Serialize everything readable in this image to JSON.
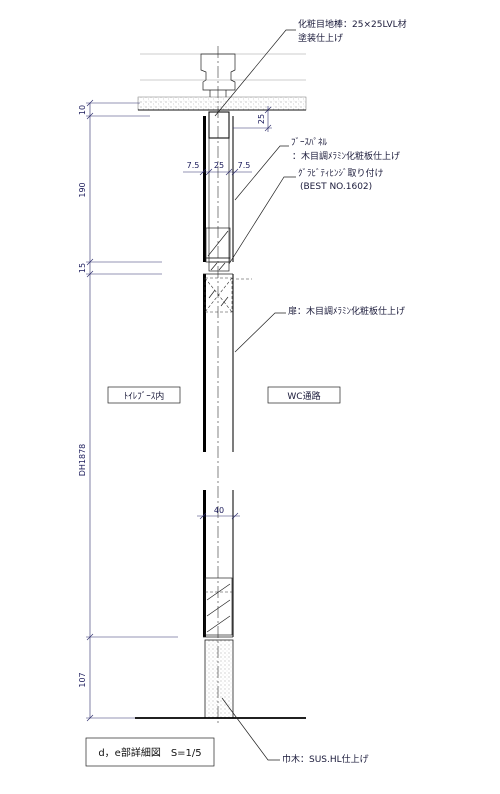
{
  "title": "d，e部詳細図　S=1/5",
  "labels": {
    "joint_bar": "化粧目地棒：25×25LVL材",
    "joint_bar_finish": "塗装仕上げ",
    "booth_panel": "ﾌﾞｰｽﾊﾟﾈﾙ",
    "booth_panel_finish": "：木目調ﾒﾗﾐﾝ化粧板仕上げ",
    "hinge": "ｸﾞﾗﾋﾞﾃｨﾋﾝｼﾞ取り付け",
    "hinge_model": "(BEST NO.1602)",
    "door": "扉：木目調ﾒﾗﾐﾝ化粧板仕上げ",
    "baseboard": "巾木：SUS.HL仕上げ"
  },
  "areas": {
    "inside": "ﾄｲﾚﾌﾞｰｽ内",
    "corridor": "WC通路"
  },
  "dimensions": {
    "ceiling_gap": "10",
    "panel_height": "190",
    "hinge_gap": "15",
    "door_height": "DH1878",
    "baseboard_height": "107",
    "joint_depth": "25",
    "left_face": "7.5",
    "core": "25",
    "right_face": "7.5",
    "total_thickness": "40"
  }
}
